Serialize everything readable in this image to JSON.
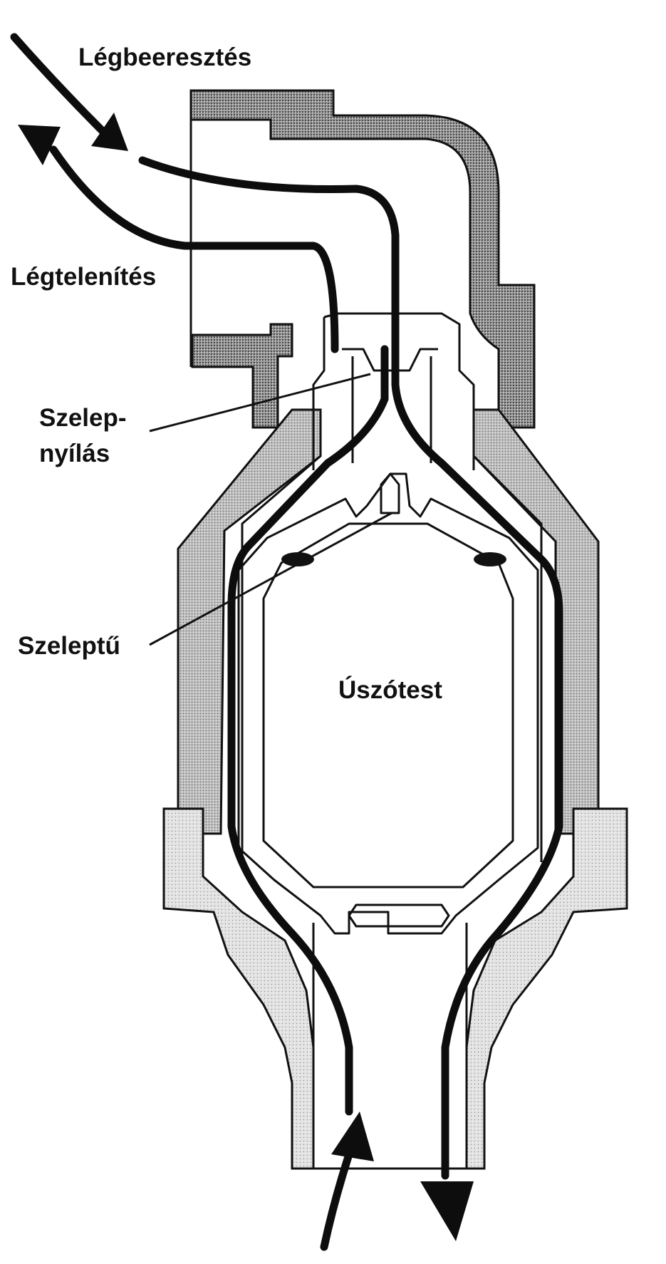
{
  "labels": {
    "air_inlet": "Légbeeresztés",
    "air_release": "Légtelenítés",
    "valve_orifice_line1": "Szelep-",
    "valve_orifice_line2": "nyílás",
    "valve_needle": "Szeleptű",
    "float_body": "Úszótest"
  },
  "colors": {
    "ink": "#111111",
    "hatch_dark": "#7a7a7a",
    "hatch_mid": "#a8a8a8",
    "hatch_light": "#d4d4d4",
    "background": "#ffffff"
  }
}
